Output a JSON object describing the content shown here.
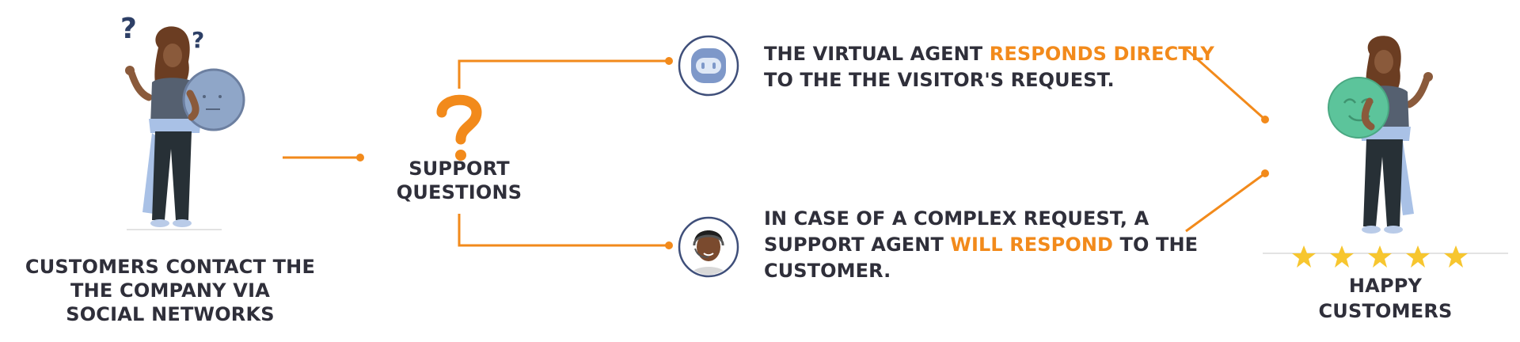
{
  "colors": {
    "accent": "#f28a1b",
    "text": "#2f2f3a",
    "star": "#f7c62f",
    "sad_face": "#8fa6c8",
    "happy_face": "#5cc49b",
    "bot_icon": "#7e98c9"
  },
  "left": {
    "caption_lines": [
      "CUSTOMERS CONTACT THE",
      "THE COMPANY VIA",
      "SOCIAL NETWORKS"
    ]
  },
  "center": {
    "label_lines": [
      "SUPPORT",
      "QUESTIONS"
    ],
    "icon": "question-mark-icon"
  },
  "virtual_agent": {
    "icon": "robot-icon",
    "line1_a": "THE VIRTUAL AGENT ",
    "line1_b": "RESPONDS DIRECTLY",
    "line2": "TO THE THE VISITOR'S REQUEST."
  },
  "human_agent": {
    "icon": "support-agent-icon",
    "line1": "IN CASE OF A COMPLEX REQUEST, A",
    "line2_a": "SUPPORT AGENT ",
    "line2_b": "WILL RESPOND",
    "line2_c": " TO THE",
    "line3": "CUSTOMER."
  },
  "right": {
    "caption_lines": [
      "HAPPY",
      "CUSTOMERS"
    ],
    "rating_stars": 5
  }
}
